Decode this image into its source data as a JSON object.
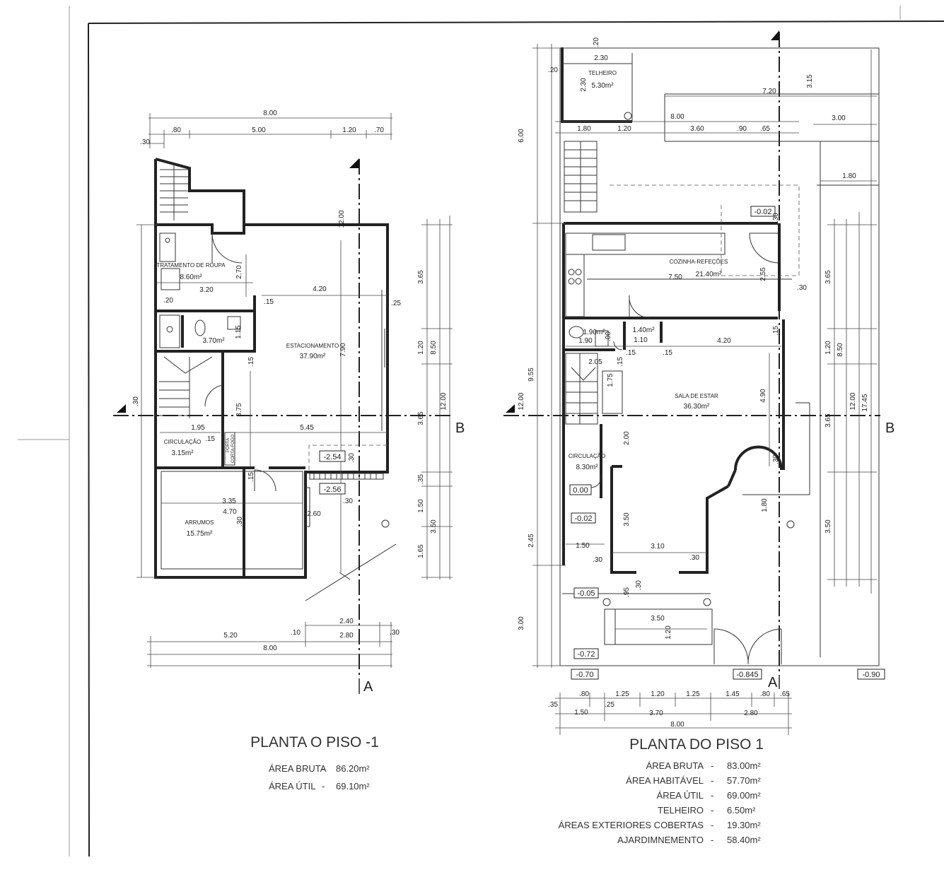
{
  "plan_left": {
    "title": "PLANTA O PISO -1",
    "areas": [
      {
        "label": "ÁREA BRUTA",
        "value": "86.20m²"
      },
      {
        "label": "ÁREA ÚTIL",
        "value": "69.10m²"
      }
    ],
    "rooms": [
      {
        "name": "TRATAMENTO DE ROUPA",
        "area": "8.60m²"
      },
      {
        "name": "",
        "area": "3.70m²"
      },
      {
        "name": "ESTACIONAMENTO",
        "area": "37.90m²"
      },
      {
        "name": "CIRCULAÇÃO",
        "area": "3.15m²"
      },
      {
        "name": "ARRUMOS",
        "area": "15.75m²"
      }
    ],
    "levels": [
      "-2.54",
      "-2.56"
    ],
    "dims_top": [
      ".30",
      ".80",
      "5.00",
      "1.20",
      ".70",
      "8.00"
    ],
    "dims_bottom": [
      "5.20",
      ".10",
      "2.40",
      "2.80",
      ".30",
      "8.00"
    ],
    "dims_right": [
      "3.65",
      "1.20",
      "3.65",
      ".35",
      "1.50",
      "1.65",
      "8.50",
      "3.50",
      "12.00"
    ],
    "dims_inner": [
      "2.70",
      "3.20",
      "4.20",
      ".20",
      ".15",
      ".25",
      "1.15",
      "7.90",
      ".15",
      "3.75",
      "1.95",
      "5.45",
      ".15",
      ".15",
      "4.70",
      "3.35",
      ".30",
      "2.60",
      ".30",
      ".30",
      "12.00",
      ".30"
    ],
    "fixture_labels": [
      "PORTA",
      "CORTA-FOGO"
    ]
  },
  "plan_right": {
    "title": "PLANTA DO PISO 1",
    "areas": [
      {
        "label": "ÁREA BRUTA",
        "value": "83.00m²"
      },
      {
        "label": "ÁREA HABITÁVEL",
        "value": "57.70m²"
      },
      {
        "label": "ÁREA ÚTIL",
        "value": "69.00m²"
      },
      {
        "label": "TELHEIRO",
        "value": "6.50m²"
      },
      {
        "label": "ÁREAS EXTERIORES COBERTAS",
        "value": "19.30m²"
      },
      {
        "label": "AJARDIMNEMENTO",
        "value": "58.40m²"
      }
    ],
    "rooms": [
      {
        "name": "TELHEIRO",
        "area": "5.30m²"
      },
      {
        "name": "COZINHA-REFEÇÕES",
        "area": "21.40m²"
      },
      {
        "name": "",
        "area": "1.90m²"
      },
      {
        "name": "",
        "area": "1.40m²"
      },
      {
        "name": "SALA DE ESTAR",
        "area": "36.30m²"
      },
      {
        "name": "CIRCULAÇÃO",
        "area": "8.30m²"
      }
    ],
    "levels": [
      "-0.02",
      "0.00",
      "-0.02",
      "-0.05",
      "-0.72",
      "-0.70",
      "-0.845",
      "-0.90"
    ],
    "dims_top": [
      "2.30",
      ".20",
      "2.30",
      ".20",
      "7.20",
      "3.15",
      "8.00",
      "3.00",
      "1.80",
      "1.20",
      "3.60",
      ".90",
      ".65",
      "1.80",
      "6.00"
    ],
    "dims_bottom": [
      ".80",
      "1.25",
      "1.20",
      "1.25",
      "1.45",
      ".80",
      ".65",
      ".35",
      "1.50",
      ".25",
      "3.70",
      "2.80",
      "8.00"
    ],
    "dims_right": [
      "3.65",
      "1.20",
      "3.65",
      "3.50",
      "8.50",
      "12.00",
      "17.45"
    ],
    "dims_inner": [
      ".30",
      "7.50",
      "2.55",
      ".30",
      "1.90",
      "1.10",
      ".00",
      "4.20",
      ".15",
      ".15",
      ".15",
      "2.05",
      "1.75",
      ".15",
      "4.90",
      "2.00",
      ".30",
      "1.50",
      ".30",
      "3.50",
      "3.10",
      ".30",
      "1.80",
      ".95",
      ".30",
      "3.50",
      "1.20",
      "9.55",
      "12.00",
      "2.45",
      "3.00"
    ]
  },
  "sections": {
    "a": "A",
    "b": "B"
  }
}
